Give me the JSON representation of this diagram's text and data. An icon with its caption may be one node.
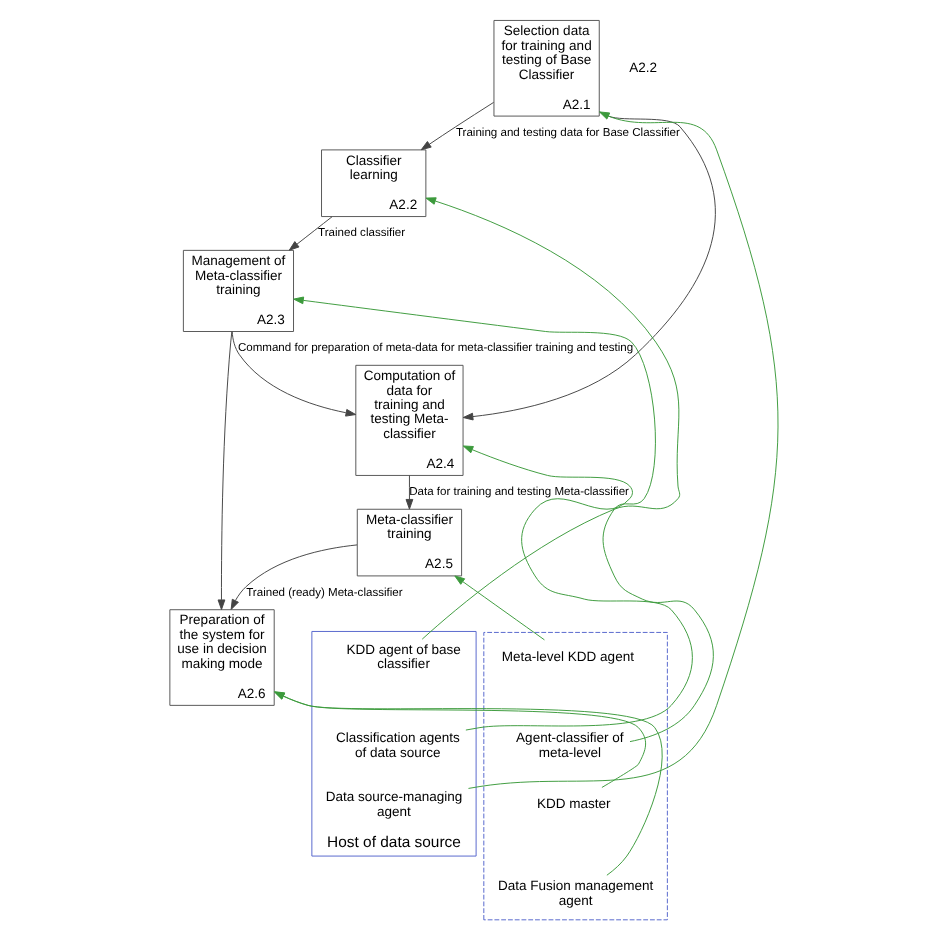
{
  "diagram": {
    "nodes": [
      {
        "text": [
          "Classifier learning",
          "A2.2"
        ]
      },
      {
        "text": [
          "Management of Meta-classifier training",
          "A2.3"
        ]
      },
      {
        "text": [
          "Preparation of the system for use in decision making mode",
          "A2.6"
        ]
      },
      {
        "text": [
          "Selection data for training and testing of Base Classifier",
          "A2.1"
        ]
      },
      {
        "text": [
          "Computation of data for training and testing Meta-classifier",
          "A2.4"
        ]
      },
      {
        "text": [
          "Meta-classifier training",
          "A2.5"
        ]
      },
      {
        "text": [
          "Host of data source"
        ]
      },
      {
        "text": [
          "KDD agent of base classifier"
        ],
        "in": 6
      },
      {
        "text": [
          "Classification agents of data source"
        ],
        "in": 6
      },
      {
        "text": [
          "Data source-managing agent"
        ],
        "in": 6
      },
      {
        "text": [],
        "shape": "box"
      },
      {
        "text": [
          "Meta-level KDD agent"
        ],
        "in": 10
      },
      {
        "text": [
          "Agent-classifier of meta-level"
        ],
        "in": 10
      },
      {
        "text": [
          "KDD master"
        ],
        "in": 10
      },
      {
        "text": [
          "Data Fusion management agent"
        ],
        "in": 10
      }
    ],
    "edges": [
      {
        "from": 3,
        "to": 0,
        "arrow": "to",
        "label": "Training and testing data for Base Classifier"
      },
      {
        "from": 0,
        "to": 1,
        "arrow": "to",
        "label": "Trained classifier"
      },
      {
        "from": 1,
        "to": 2,
        "arrow": "to"
      },
      {
        "from": 1,
        "to": 4,
        "arrow": "to",
        "label": "Command for preparation of meta-data for meta-classifier training and testing"
      },
      {
        "from": 3,
        "to": 4,
        "arrow": "to"
      },
      {
        "from": 4,
        "to": 5,
        "arrow": "to",
        "label": "Data for training and testing Meta-classifier"
      },
      {
        "from": 5,
        "to": 2,
        "arrow": "to",
        "label": "Trained (ready) Meta-classifier"
      },
      {
        "from": 7,
        "to": 0,
        "arrow": "to",
        "color": "#3c9a3c"
      },
      {
        "from": 8,
        "to": 4,
        "arrow": "to",
        "color": "#3c9a3c"
      },
      {
        "from": 9,
        "to": 3,
        "arrow": "to",
        "color": "#3c9a3c"
      },
      {
        "from": 11,
        "to": 5,
        "arrow": "to",
        "color": "#3c9a3c"
      },
      {
        "from": 12,
        "to": 1,
        "arrow": "to",
        "color": "#3c9a3c"
      },
      {
        "from": 13,
        "to": 2,
        "arrow": "to",
        "color": "#3c9a3c"
      },
      {
        "from": 14,
        "to": 2,
        "arrow": "to",
        "color": "#3c9a3c"
      }
    ],
    "labels": [
      "A2.2"
    ]
  }
}
